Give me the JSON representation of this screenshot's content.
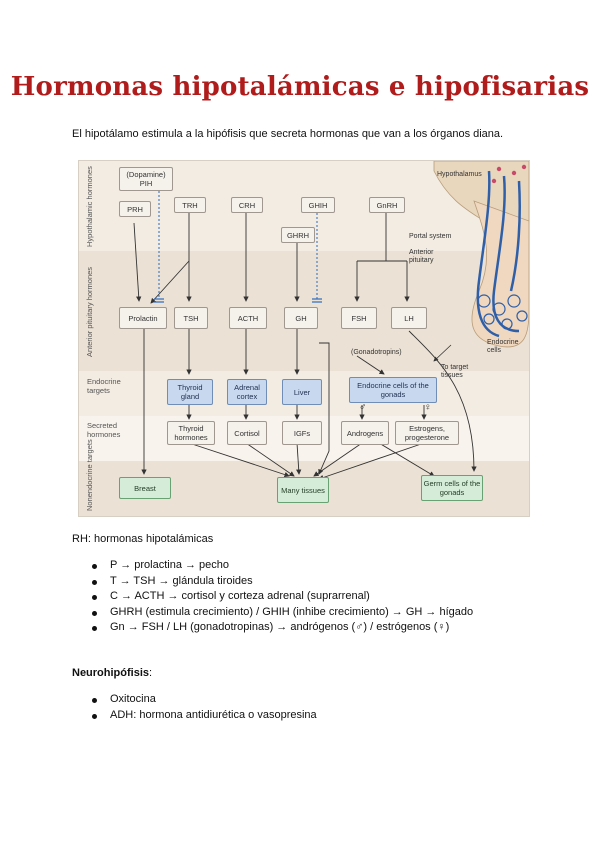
{
  "document": {
    "title": "Hormonas hipotalámicas e hipofisarias",
    "intro": "El hipotálamo estimula a la hipófisis que secreta hormonas que van a los órganos diana."
  },
  "figure": {
    "row_labels": {
      "hypothalamic": "Hypothalamic hormones",
      "anterior_pituitary": "Anterior pituitary hormones",
      "endocrine_targets": "Endocrine targets",
      "secreted_hormones": "Secreted hormones",
      "nonendocrine_targets": "Nonendocrine targets"
    },
    "hypothalamic_hormones": {
      "dopamine": "(Dopamine)",
      "pih": "PIH",
      "prh": "PRH",
      "trh": "TRH",
      "crh": "CRH",
      "ghih": "GHIH",
      "ghrh": "GHRH",
      "gnrh": "GnRH"
    },
    "pituitary_hormones": {
      "prolactin": "Prolactin",
      "tsh": "TSH",
      "acth": "ACTH",
      "gh": "GH",
      "fsh": "FSH",
      "lh": "LH",
      "gonadotropins": "(Gonadotropins)"
    },
    "endocrine_targets": {
      "thyroid": "Thyroid gland",
      "adrenal": "Adrenal cortex",
      "liver": "Liver",
      "gonads": "Endocrine cells of the gonads",
      "male_symbol": "♂",
      "female_symbol": "♀"
    },
    "secreted": {
      "thyroid_hormones": "Thyroid hormones",
      "cortisol": "Cortisol",
      "igfs": "IGFs",
      "androgens": "Androgens",
      "estrogens": "Estrogens, progesterone"
    },
    "nonendocrine": {
      "breast": "Breast",
      "many_tissues": "Many tissues",
      "germ_cells": "Germ cells of the gonads"
    },
    "pituitary_illustration": {
      "hypothalamus": "Hypothalamus",
      "portal_system": "Portal system",
      "anterior_pituitary": "Anterior pituitary",
      "endocrine_cells": "Endocrine cells",
      "to_target": "To target tissues"
    }
  },
  "rh_heading": "RH: hormonas hipotalámicas",
  "rh_list": [
    "P → prolactina → pecho",
    "T → TSH → glándula tiroides",
    "C → ACTH → cortisol y corteza adrenal (suprarrenal)",
    "GHRH (estimula crecimiento) / GHIH (inhibe crecimiento) → GH → hígado",
    "Gn → FSH / LH (gonadotropinas) → andrógenos (♂) / estrógenos (♀)"
  ],
  "neuro_heading": "Neurohipófisis",
  "neuro_suffix": ":",
  "neuro_list": [
    "Oxitocina",
    "ADH: hormona antidiurética o vasopresina"
  ]
}
